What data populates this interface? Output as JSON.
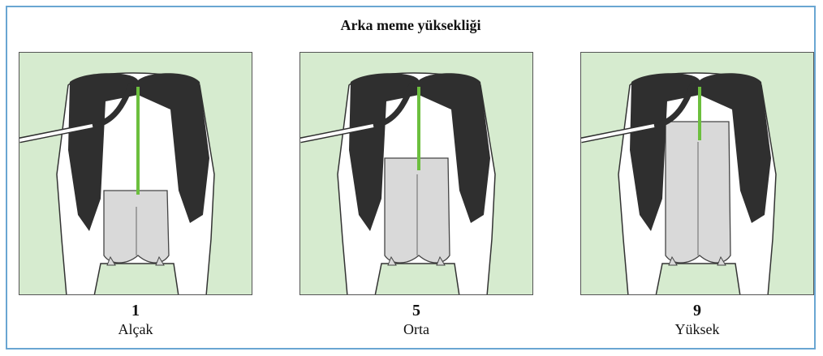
{
  "title": "Arka meme yüksekliği",
  "colors": {
    "panel_bg": "#d6ebcf",
    "frame_border": "#6aa6d2",
    "marker_line": "#6cbf3e",
    "coat_black": "#2f2f2f",
    "udder": "#d9d9d9"
  },
  "panels": [
    {
      "score": "1",
      "label": "Alçak",
      "marker_level": "low"
    },
    {
      "score": "5",
      "label": "Orta",
      "marker_level": "medium"
    },
    {
      "score": "9",
      "label": "Yüksek",
      "marker_level": "high"
    }
  ]
}
